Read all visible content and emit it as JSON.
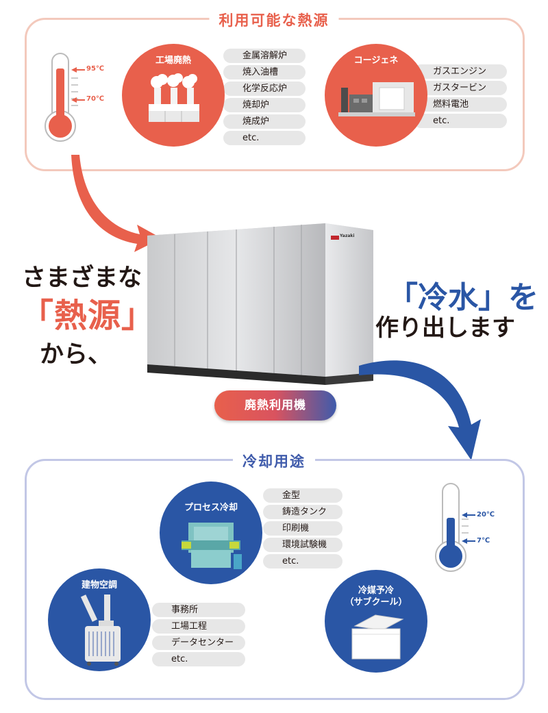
{
  "heat_sources": {
    "title": "利用可能な熱源",
    "thermometer": {
      "high_label": "95℃",
      "low_label": "70℃"
    },
    "factory": {
      "label": "工場廃熱",
      "items": [
        "金属溶解炉",
        "焼入油槽",
        "化学反応炉",
        "焼却炉",
        "焼成炉",
        "etc."
      ]
    },
    "cogen": {
      "label": "コージェネ",
      "items": [
        "ガスエンジン",
        "ガスタービン",
        "燃料電池",
        "etc."
      ]
    }
  },
  "center": {
    "left_text": [
      "さまざまな",
      "「熱源」",
      "から、"
    ],
    "right_text": [
      "「冷水」を",
      "作り出します"
    ],
    "machine_label": "廃熱利用機",
    "brand": "Yazaki"
  },
  "cooling": {
    "title": "冷却用途",
    "thermometer": {
      "high_label": "20℃",
      "low_label": "7℃"
    },
    "process": {
      "label": "プロセス冷却",
      "items": [
        "金型",
        "鋳造タンク",
        "印刷機",
        "環境試験機",
        "etc."
      ]
    },
    "building": {
      "label": "建物空調",
      "items": [
        "事務所",
        "工場工程",
        "データセンター",
        "etc."
      ]
    },
    "refrigerant": {
      "label": "冷媒予冷\n（サブクール）"
    }
  },
  "colors": {
    "red": "#e8604c",
    "blue": "#2a56a5",
    "light_red": "#f3c9bc",
    "light_blue": "#c2c7e6"
  },
  "icons": [
    "thermometer-hot-icon",
    "factory-smoke-icon",
    "cogeneration-icon",
    "thermometer-cold-icon",
    "press-machine-icon",
    "spot-cooler-icon",
    "chest-freezer-icon"
  ]
}
